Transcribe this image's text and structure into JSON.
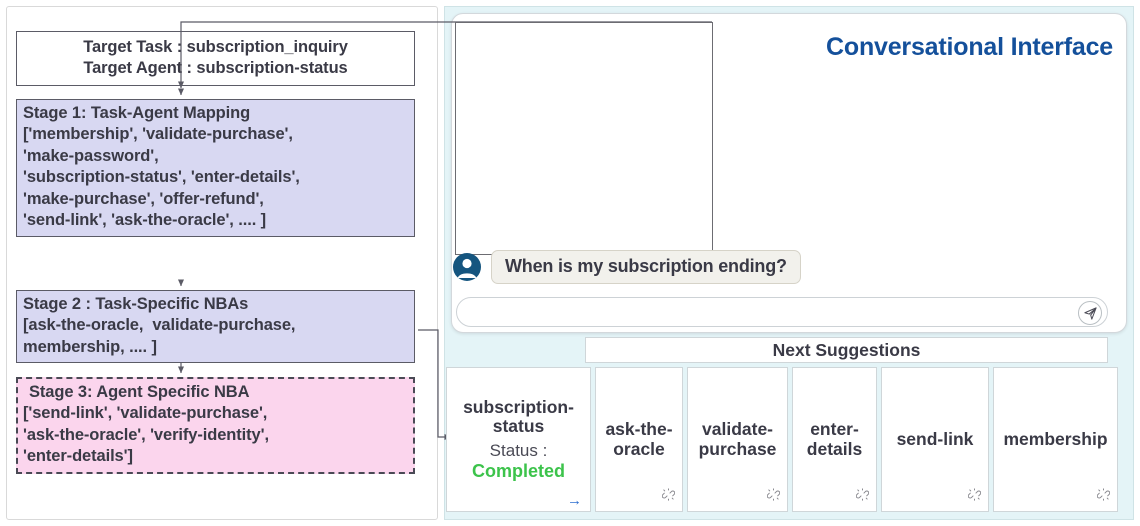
{
  "left_panel": {
    "target_box": {
      "lines": [
        "Target Task : subscription_inquiry",
        "Target Agent : subscription-status"
      ]
    },
    "stage1": {
      "lines": [
        "Stage 1: Task-Agent Mapping",
        "['membership', 'validate-purchase',",
        "'make-password',",
        "'subscription-status', 'enter-details',",
        "'make-purchase', 'offer-refund',",
        "'send-link', 'ask-the-oracle', .... ]"
      ]
    },
    "stage2": {
      "lines": [
        "Stage 2 : Task-Specific NBAs",
        "[ask-the-oracle,  validate-purchase,",
        "membership, .... ]"
      ]
    },
    "stage3": {
      "lines": [
        "Stage 3: Agent Specific NBA",
        "['send-link', 'validate-purchase',",
        "'ask-the-oracle', 'verify-identity',",
        "'enter-details']"
      ]
    }
  },
  "right_panel": {
    "title": "Conversational Interface",
    "avatar_icon": "user-avatar-icon",
    "message": "When is my subscription ending?",
    "input_placeholder": "",
    "input_value": "",
    "send_icon": "send-paper-plane-icon",
    "suggestions_header": "Next Suggestions",
    "cards": [
      {
        "title": "subscription-status",
        "status_label": "Status :",
        "status_value": "Completed",
        "corner_icon": "arrow-right-icon"
      },
      {
        "title": "ask-the-oracle",
        "corner_icon": "broken-link-icon"
      },
      {
        "title": "validate-purchase",
        "corner_icon": "broken-link-icon"
      },
      {
        "title": "enter-details",
        "corner_icon": "broken-link-icon"
      },
      {
        "title": "send-link",
        "corner_icon": "broken-link-icon"
      },
      {
        "title": "membership",
        "corner_icon": "broken-link-icon"
      }
    ]
  },
  "colors": {
    "stage_mapping_bg": "#d8d8f2",
    "stage_nba_bg": "#fbd5ed",
    "panel_bg": "#e4f4f7",
    "title_blue": "#14509b",
    "status_green": "#3cc34b",
    "arrow_blue": "#2f6fd0"
  }
}
